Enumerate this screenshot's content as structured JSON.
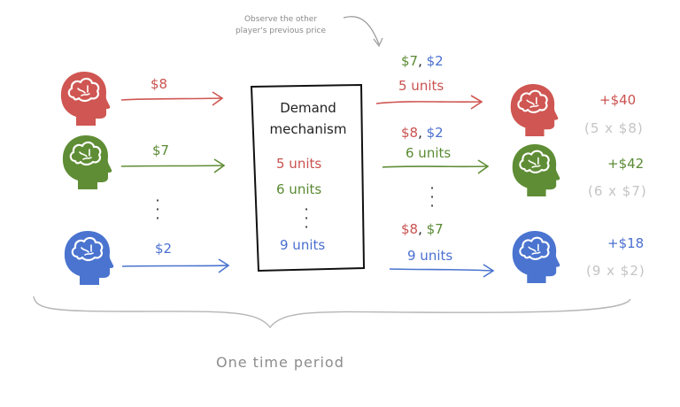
{
  "annotation": {
    "line1": "Observe the other",
    "line2": "player's previous price"
  },
  "players": [
    {
      "color": "#cf5652",
      "price": "$8",
      "observed": {
        "a": "$7",
        "b": "$2",
        "a_color": "#5a8a33",
        "b_color": "#4a6fd0"
      },
      "units": "5 units",
      "payoff": "+$40",
      "formula": "(5 x $8)"
    },
    {
      "color": "#5f8d35",
      "price": "$7",
      "observed": {
        "a": "$8",
        "b": "$2",
        "a_color": "#c9524f",
        "b_color": "#4a6fd0"
      },
      "units": "6 units",
      "payoff": "+$42",
      "formula": "(6 x $7)"
    },
    {
      "color": "#4a74cf",
      "price": "$2",
      "observed": {
        "a": "$8",
        "b": "$7",
        "a_color": "#c9524f",
        "b_color": "#5a8a33"
      },
      "units": "9 units",
      "payoff": "+$18",
      "formula": "(9 x $2)"
    }
  ],
  "mechanism": {
    "title_line1": "Demand",
    "title_line2": "mechanism",
    "units": [
      "5 units",
      "6 units",
      "9 units"
    ]
  },
  "footer": "One time period",
  "icon": "head-brain-icon"
}
